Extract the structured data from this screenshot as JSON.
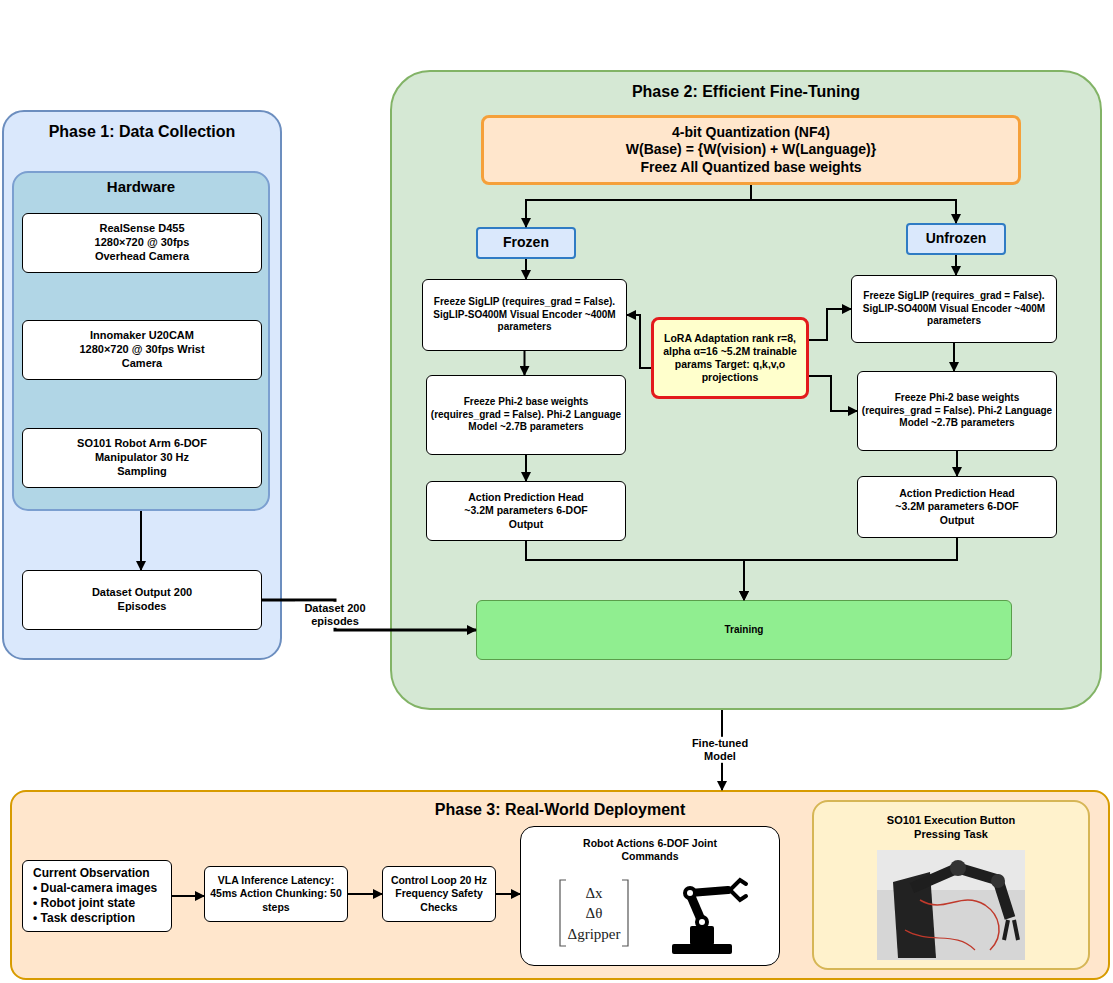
{
  "diagram": {
    "nodes": [
      {
        "text": [
          "Phase 1: Data Collection"
        ]
      },
      {
        "text": [
          "Hardware"
        ],
        "in": 0
      },
      {
        "text": [
          "RealSense D455 1280×720 @ 30fps Overhead Camera"
        ],
        "in": 1
      },
      {
        "text": [
          "Innomaker U20CAM 1280×720 @ 30fps Wrist Camera"
        ],
        "in": 1
      },
      {
        "text": [
          "SO101 Robot Arm 6-DOF Manipulator 30 Hz Sampling"
        ],
        "in": 1
      },
      {
        "text": [
          "Dataset Output 200 Episodes"
        ],
        "in": 0
      },
      {
        "text": [
          "Phase 2: Efficient Fine-Tuning"
        ]
      },
      {
        "text": [
          "4-bit Quantization (NF4)",
          "W(Base) = {W(vision) + W(Language)}",
          "Freez All Quantized base weights"
        ],
        "in": 6
      },
      {
        "text": [
          "Frozen"
        ],
        "in": 6
      },
      {
        "text": [
          "Unfrozen"
        ],
        "in": 6
      },
      {
        "text": [
          "Freeze SigLIP (requires_grad = False). SigLIP-SO400M Visual Encoder ~400M parameters"
        ],
        "in": 6
      },
      {
        "text": [
          "Freeze Phi-2 base weights (requires_grad = False). Phi-2 Language Model ~2.7B parameters"
        ],
        "in": 6
      },
      {
        "text": [
          "Action Prediction Head ~3.2M parameters 6-DOF Output"
        ],
        "in": 6
      },
      {
        "text": [
          "LoRA Adaptation rank r=8, alpha α=16 ~5.2M trainable params Target: q,k,v,o projections"
        ],
        "in": 6
      },
      {
        "text": [
          "Freeze SigLIP (requires_grad = False). SigLIP-SO400M Visual Encoder ~400M parameters"
        ],
        "in": 6
      },
      {
        "text": [
          "Freeze Phi-2 base weights (requires_grad = False). Phi-2 Language Model ~2.7B parameters"
        ],
        "in": 6
      },
      {
        "text": [
          "Action Prediction Head ~3.2M parameters 6-DOF Output"
        ],
        "in": 6
      },
      {
        "text": [
          "Training"
        ],
        "in": 6
      },
      {
        "text": [
          "Phase 3: Real-World Deployment"
        ]
      },
      {
        "text": [
          "Current Observation",
          "• Dual-camera images",
          "• Robot joint state",
          "• Task description"
        ],
        "in": 18
      },
      {
        "text": [
          "VLA Inference Latency: 45ms Action Chunking: 50 steps"
        ],
        "in": 18
      },
      {
        "text": [
          "Control Loop 20 Hz Frequency Safety Checks"
        ],
        "in": 18
      },
      {
        "text": [
          "Robot Actions 6-DOF Joint Commands"
        ],
        "in": 18
      },
      {
        "text": [
          "SO101 Execution Button Pressing Task"
        ],
        "in": 18
      }
    ],
    "edges": [
      {
        "from": 1,
        "to": 5,
        "arrow": "to"
      },
      {
        "from": 5,
        "to": 17,
        "label": "Dataset 200 episodes",
        "arrow": "to"
      },
      {
        "from": 7,
        "to": 8,
        "arrow": "to"
      },
      {
        "from": 7,
        "to": 9,
        "arrow": "to"
      },
      {
        "from": 8,
        "to": 10,
        "arrow": "to"
      },
      {
        "from": 10,
        "to": 11,
        "arrow": "to"
      },
      {
        "from": 11,
        "to": 12,
        "arrow": "to"
      },
      {
        "from": 9,
        "to": 14,
        "arrow": "to"
      },
      {
        "from": 14,
        "to": 15,
        "arrow": "to"
      },
      {
        "from": 15,
        "to": 16,
        "arrow": "to"
      },
      {
        "from": 13,
        "to": 10,
        "arrow": "to"
      },
      {
        "from": 13,
        "to": 14,
        "arrow": "to"
      },
      {
        "from": 13,
        "to": 15,
        "arrow": "to"
      },
      {
        "from": 12,
        "to": 17,
        "arrow": "to"
      },
      {
        "from": 16,
        "to": 17,
        "arrow": "to"
      },
      {
        "from": 6,
        "to": 18,
        "label": "Fine-tuned Model",
        "arrow": "to"
      },
      {
        "from": 19,
        "to": 20,
        "arrow": "to"
      },
      {
        "from": 20,
        "to": 21,
        "arrow": "to"
      },
      {
        "from": 21,
        "to": 22,
        "arrow": "to"
      }
    ],
    "labels": [
      "Δx",
      "Δθ",
      "Δgripper"
    ]
  }
}
